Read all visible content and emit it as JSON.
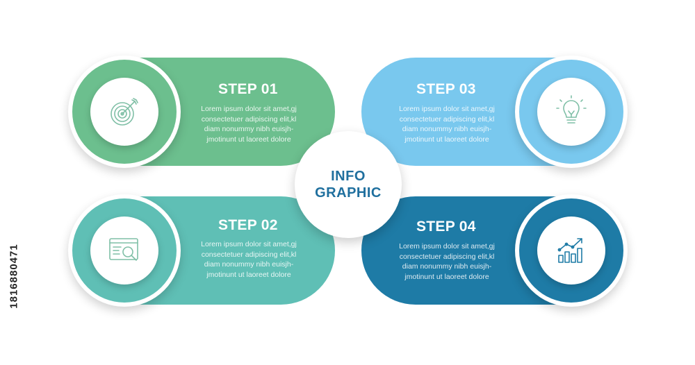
{
  "colors": {
    "step1": "#6cbf8e",
    "step2": "#5fbfb5",
    "step3": "#79c8ee",
    "step4": "#1e7ba6",
    "center_text": "#1f6f9e",
    "icon_stroke": "#7fbfa6"
  },
  "center": {
    "line1": "INFO",
    "line2": "GRAPHIC"
  },
  "steps": [
    {
      "title": "STEP 01",
      "icon": "target-icon",
      "body": [
        "Lorem ipsum dolor sit amet,gj",
        "consectetuer adipiscing elit,kl",
        "diam nonummy nibh euisjh-",
        "jmotinunt ut laoreet dolore"
      ]
    },
    {
      "title": "STEP 02",
      "icon": "web-search-icon",
      "body": [
        "Lorem ipsum dolor sit amet,gj",
        "consectetuer adipiscing elit,kl",
        "diam nonummy nibh euisjh-",
        "jmotinunt ut laoreet dolore"
      ]
    },
    {
      "title": "STEP 03",
      "icon": "lightbulb-icon",
      "body": [
        "Lorem ipsum dolor sit amet,gj",
        "consectetuer adipiscing elit,kl",
        "diam nonummy nibh euisjh-",
        "jmotinunt ut laoreet dolore"
      ]
    },
    {
      "title": "STEP 04",
      "icon": "growth-chart-icon",
      "body": [
        "Lorem ipsum dolor sit amet,gj",
        "consectetuer adipiscing elit,kl",
        "diam nonummy nibh euisjh-",
        "jmotinunt ut laoreet dolore"
      ]
    }
  ],
  "side_id": "1816880471"
}
